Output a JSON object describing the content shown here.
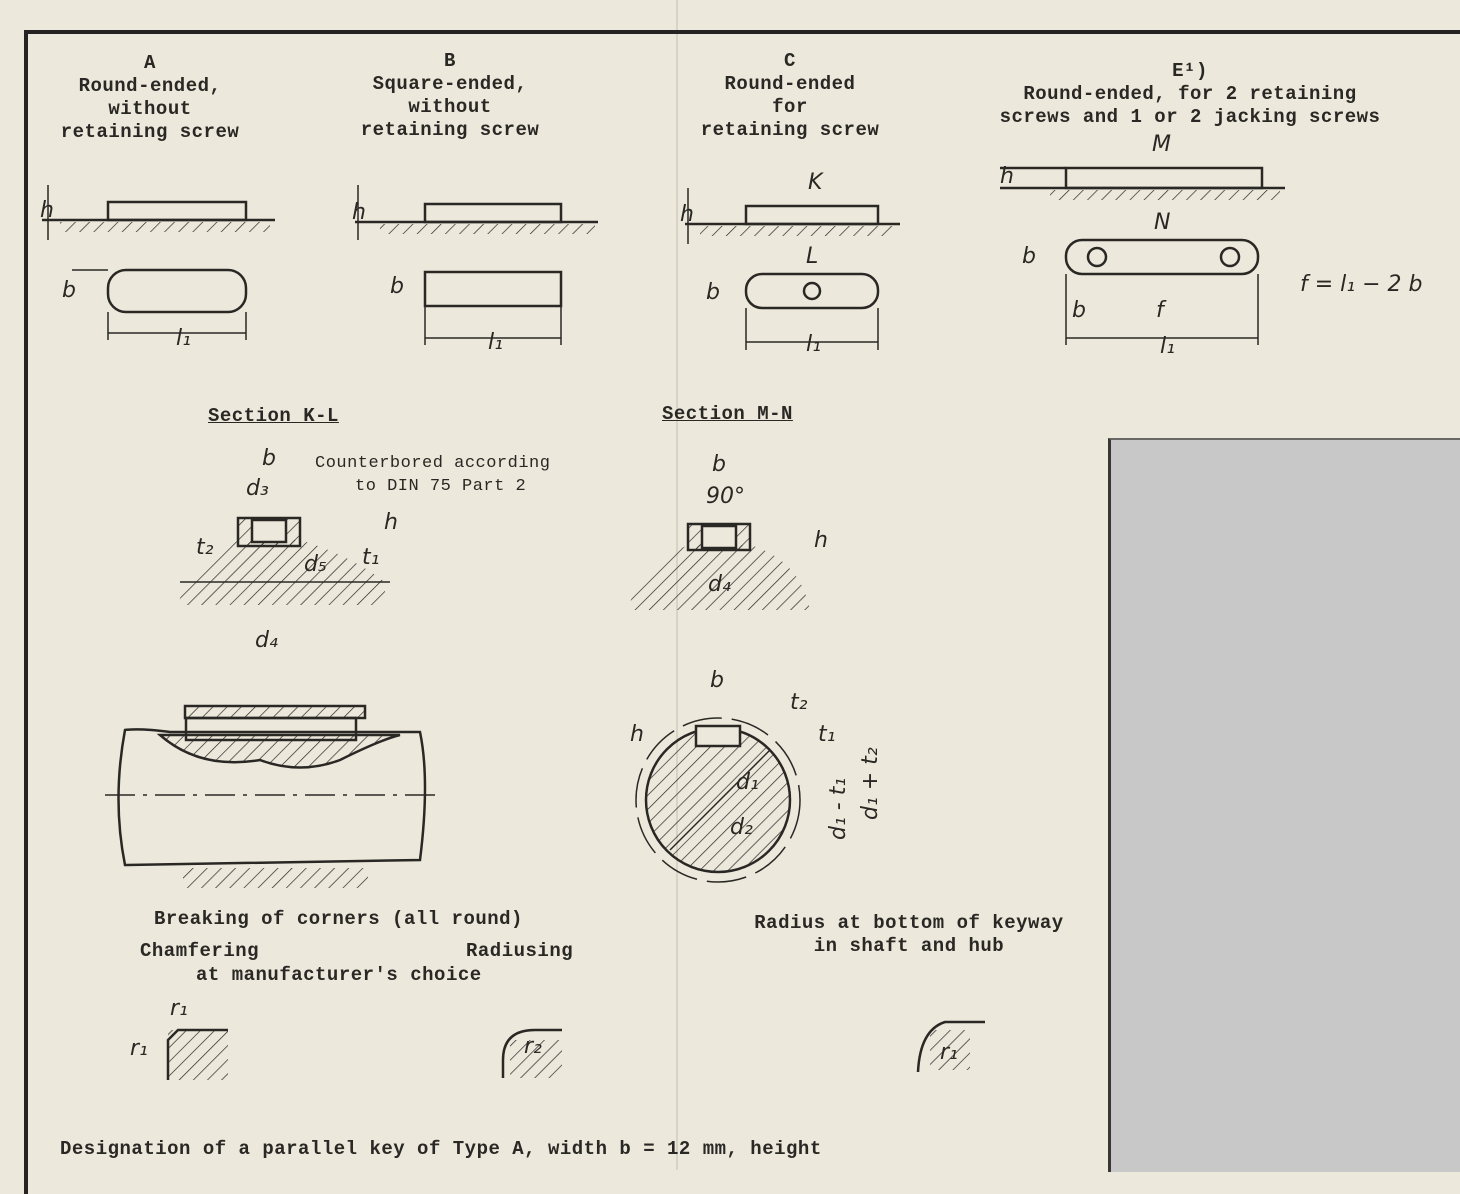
{
  "types": [
    {
      "letter": "A",
      "lines": [
        "Round-ended,",
        "without",
        "retaining screw"
      ]
    },
    {
      "letter": "B",
      "lines": [
        "Square-ended,",
        "without",
        "retaining screw"
      ]
    },
    {
      "letter": "C",
      "lines": [
        "Round-ended",
        "for",
        "retaining screw"
      ]
    },
    {
      "letter": "E¹)",
      "lines": [
        "Round-ended, for 2 retaining",
        "screws and 1 or 2 jacking screws"
      ]
    }
  ],
  "labels": {
    "h": "h",
    "b": "b",
    "l1": "l₁",
    "K": "K",
    "L": "L",
    "M": "M",
    "N": "N",
    "f": "f",
    "formula": "f = l₁ − 2 b",
    "r1": "r₁",
    "r2": "r₂",
    "d1": "d₁",
    "d2": "d₂",
    "d3": "d₃",
    "d4": "d₄",
    "d5": "d₅",
    "t1": "t₁",
    "t2": "t₂",
    "angle": "90°",
    "d1_minus_t1": "d₁ - t₁",
    "d1_plus_t2": "d₁ + t₂"
  },
  "sections": {
    "kl": "Section K-L",
    "mn": "Section M-N",
    "counterbore": [
      "Counterbored according",
      "to DIN 75 Part 2"
    ]
  },
  "corners": {
    "title": "Breaking of corners (all round)",
    "chamfering": "Chamfering",
    "radiusing": "Radiusing",
    "choice": "at manufacturer's choice"
  },
  "keyway": [
    "Radius at bottom of keyway",
    "in shaft and hub"
  ],
  "designation": "Designation of a parallel key of Type A, width b = 12 mm, height"
}
